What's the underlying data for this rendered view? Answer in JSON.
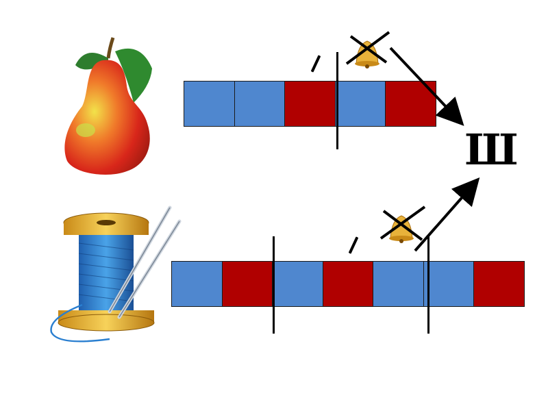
{
  "pictures": [
    {
      "name": "pear",
      "icon": "pear-icon"
    },
    {
      "name": "spool of thread",
      "icon": "thread-spool-icon"
    }
  ],
  "words": [
    {
      "cells": [
        "blue",
        "blue",
        "red",
        "blue",
        "red"
      ],
      "syllable_lines": 1,
      "stress_marks": 1,
      "bell_icon": "bell-icon"
    },
    {
      "cells": [
        "blue",
        "red",
        "blue",
        "red",
        "blue",
        "blue",
        "red"
      ],
      "syllable_lines": 2,
      "stress_marks": 1,
      "bell_icon": "bell-icon"
    }
  ],
  "target_letter": "Ш",
  "colors": {
    "vowel": "#b00000",
    "consonant": "#4f87cf"
  }
}
